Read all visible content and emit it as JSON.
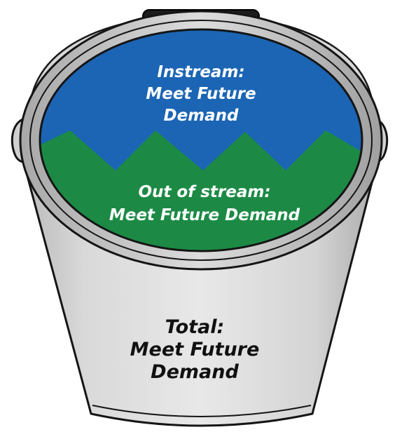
{
  "instream": {
    "line1": "Instream:",
    "line2": "Meet Future",
    "line3": "Demand"
  },
  "out_of_stream": {
    "line1": "Out of stream:",
    "line2": "Meet Future Demand"
  },
  "total": {
    "line1": "Total:",
    "line2": "Meet Future",
    "line3": "Demand"
  },
  "colors": {
    "instream_blue": "#1b65b4",
    "out_of_stream_green": "#1c8a45",
    "bucket_gray": "#d3d3d3",
    "outline": "#151515"
  }
}
